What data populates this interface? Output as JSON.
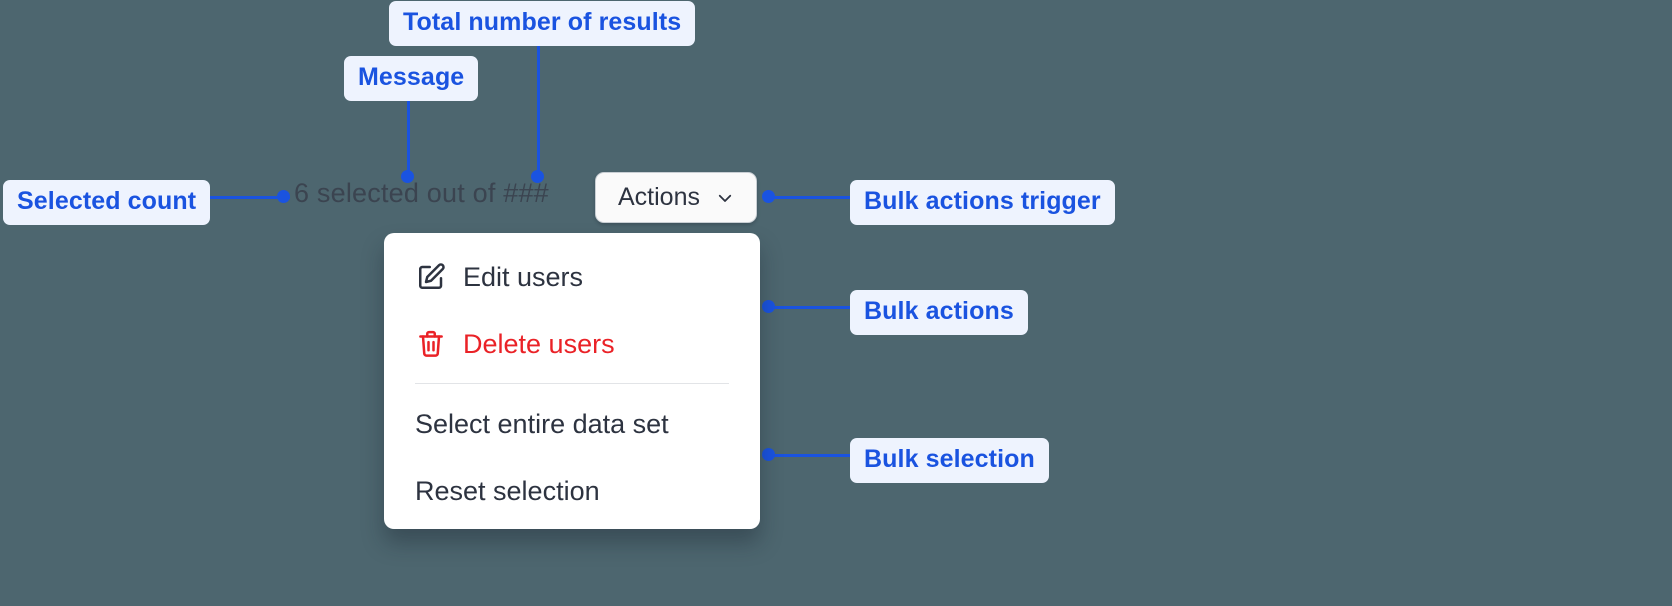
{
  "colors": {
    "background": "#4d666f",
    "annotation_accent": "#1a53e0",
    "annotation_bg": "#eef3fe",
    "menu_surface": "#ffffff",
    "danger": "#ea2227",
    "text": "#2d3340",
    "muted_text": "#3b4450"
  },
  "selection_bar": {
    "message": "6 selected out of ###",
    "selected_count": "6",
    "total_results_placeholder": "###"
  },
  "actions_trigger": {
    "label": "Actions",
    "icon": "chevron-down-icon"
  },
  "menu": {
    "groups": [
      {
        "name": "bulk-actions",
        "items": [
          {
            "label": "Edit users",
            "icon": "edit-pencil-icon",
            "danger": false
          },
          {
            "label": "Delete users",
            "icon": "trash-icon",
            "danger": true
          }
        ]
      },
      {
        "name": "bulk-selection",
        "items": [
          {
            "label": "Select entire data set",
            "icon": "",
            "danger": false
          },
          {
            "label": "Reset selection",
            "icon": "",
            "danger": false
          }
        ]
      }
    ]
  },
  "annotations": [
    {
      "id": "total-results",
      "label": "Total number of results"
    },
    {
      "id": "message",
      "label": "Message"
    },
    {
      "id": "selected-count",
      "label": "Selected count"
    },
    {
      "id": "bulk-actions-trigger",
      "label": "Bulk actions trigger"
    },
    {
      "id": "bulk-actions",
      "label": "Bulk actions"
    },
    {
      "id": "bulk-selection",
      "label": "Bulk selection"
    }
  ]
}
